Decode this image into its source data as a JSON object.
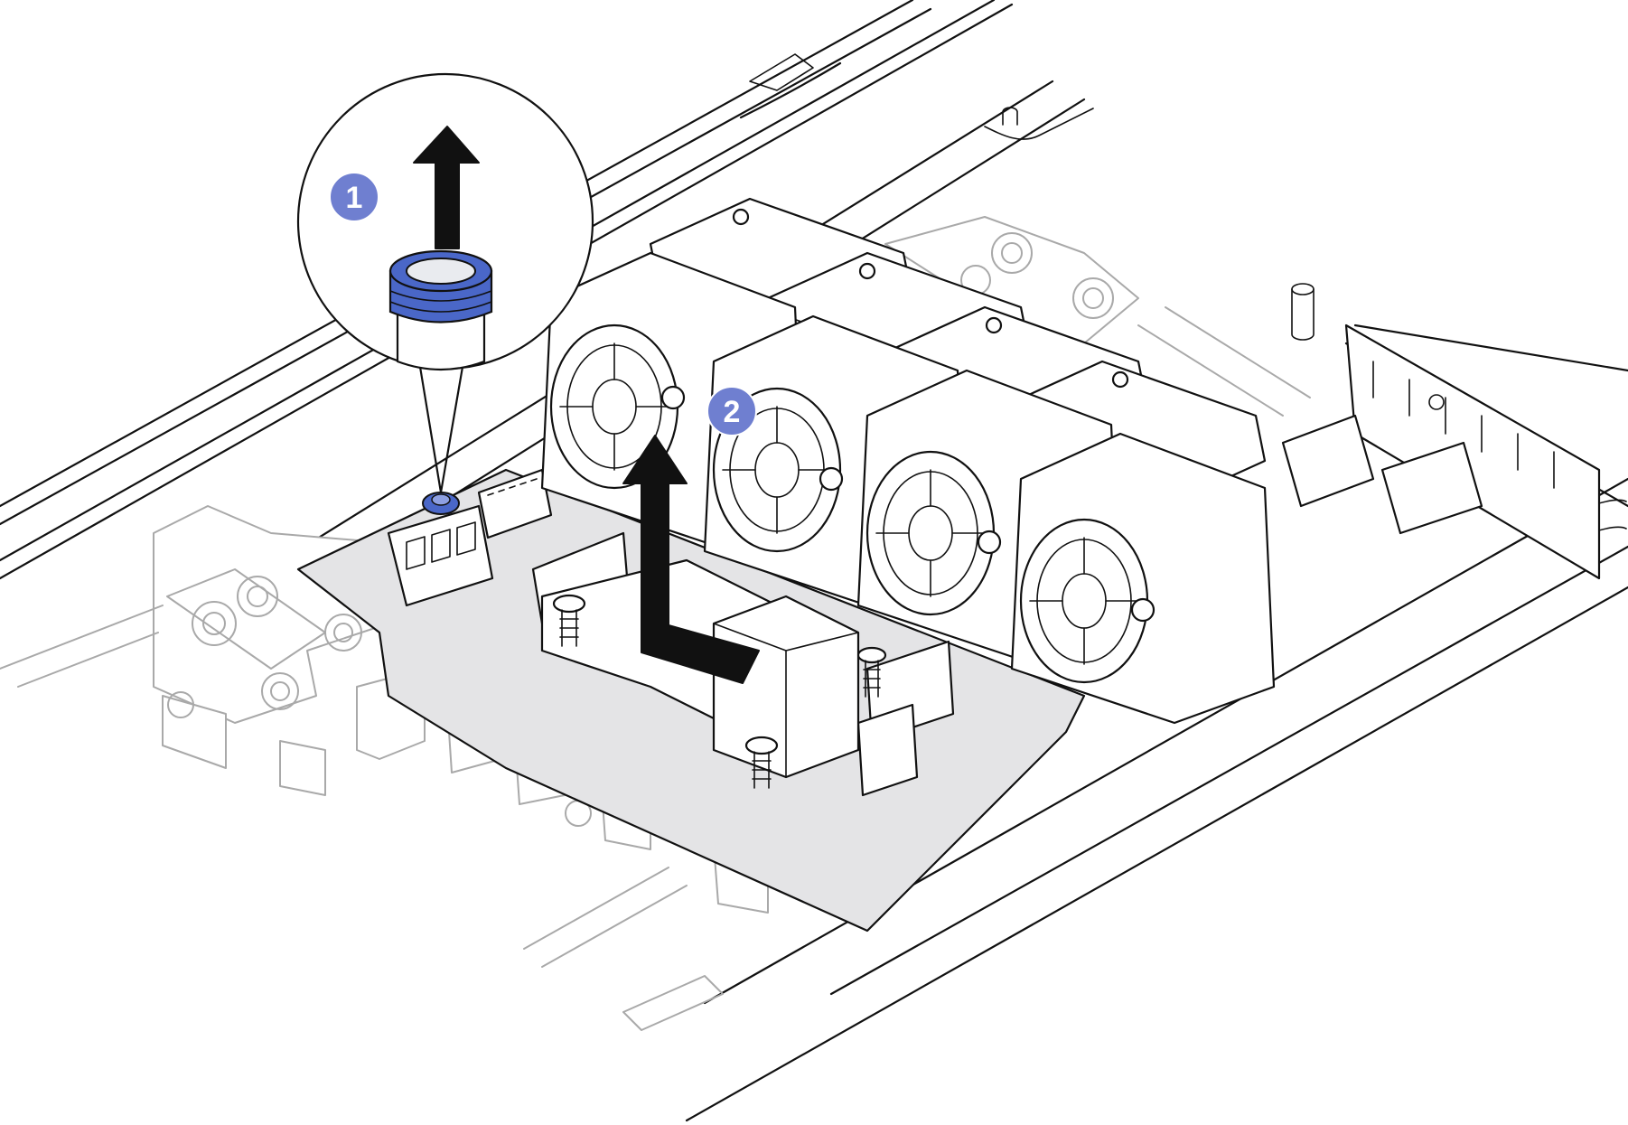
{
  "figure": {
    "callouts": [
      {
        "label": "1",
        "color": "#6f7fd0"
      },
      {
        "label": "2",
        "color": "#6f7fd0"
      }
    ],
    "colors": {
      "accent_blue": "#4a67c8",
      "callout_blue": "#6f7fd0",
      "board_gray": "#e4e4e6",
      "line": "#111111",
      "ghost_line": "#a9a9a9"
    },
    "arrows": [
      {
        "step": "1",
        "direction": "up"
      },
      {
        "step": "2",
        "direction": "up"
      }
    ]
  }
}
